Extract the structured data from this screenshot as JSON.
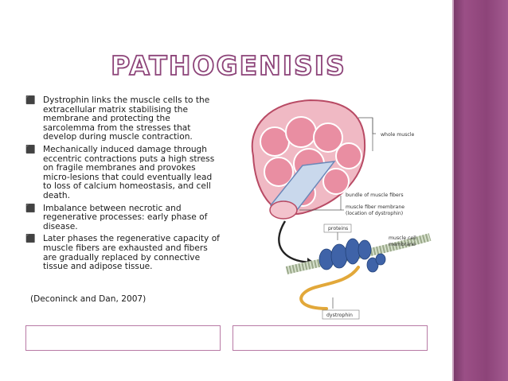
{
  "title": "PATHOGENISIS",
  "bullets": [
    "Dystrophin links the muscle cells to the extracellular matrix stabilising the membrane and protecting the sarcolemma from the stresses that develop during muscle contraction.",
    "Mechanically induced damage through eccentric contractions puts a high stress on fragile membranes and provokes micro-lesions that could eventually lead to loss of calcium homeostasis, and cell death.",
    "Imbalance between necrotic and regenerative processes: early phase of disease.",
    "Later phases the regenerative capacity of muscle fibers are exhausted and fibers are gradually replaced by connective tissue and adipose tissue."
  ],
  "citation": "(Deconinck and Dan, 2007)",
  "figure": {
    "label_whole_muscle": "whole muscle",
    "label_bundle": "bundle of muscle fibers",
    "label_membrane_1": "muscle fiber membrane",
    "label_membrane_2": "(location of dystrophin)",
    "label_proteins": "proteins",
    "label_cell_membrane_1": "muscle cell",
    "label_cell_membrane_2": "membrane",
    "label_dystrophin": "dystrophin"
  },
  "colors": {
    "accent": "#8d4479",
    "muscle_pink": "#e7a3b3",
    "protein_blue": "#3f63a8",
    "dystrophin_gold": "#e2a83a"
  }
}
